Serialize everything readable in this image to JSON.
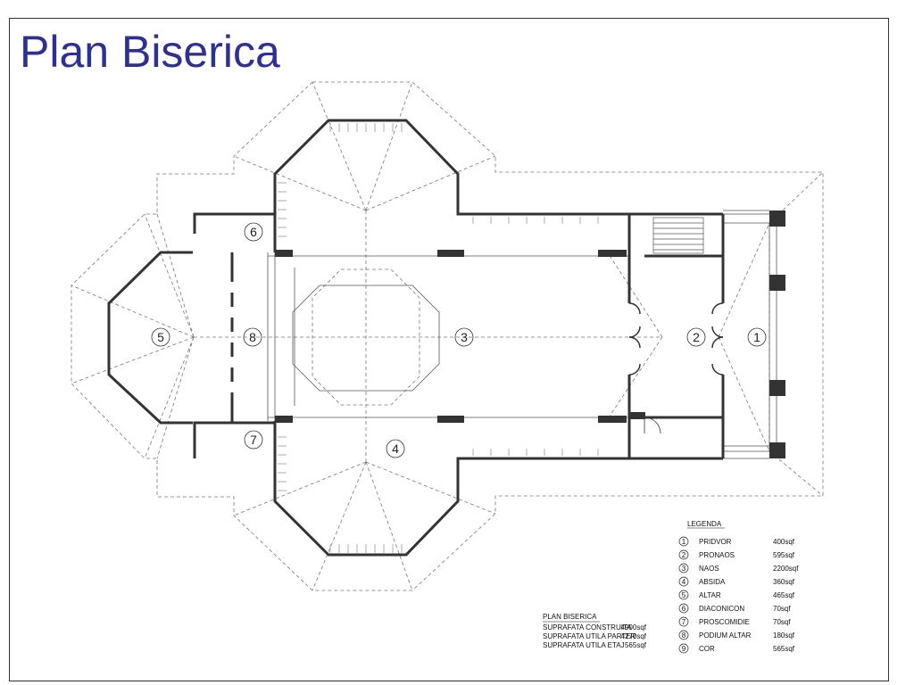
{
  "slide": {
    "title": "Plan Biserica"
  },
  "plan": {
    "room_markers": [
      "1",
      "2",
      "3",
      "4",
      "5",
      "6",
      "7",
      "8"
    ],
    "title_block": {
      "title": "PLAN BISERICA",
      "rows": [
        {
          "label": "SUPRAFATA CONSTRUITA",
          "value": "4900sqf"
        },
        {
          "label": "SUPRAFATA UTILA PARTER",
          "value": "4270sqf"
        },
        {
          "label": "SUPRAFATA UTILA ETAJ",
          "value": "565sqf"
        }
      ]
    },
    "legend": {
      "title": "LEGENDA",
      "items": [
        {
          "num": "1",
          "name": "PRIDVOR",
          "area": "400sqf"
        },
        {
          "num": "2",
          "name": "PRONAOS",
          "area": "595sqf"
        },
        {
          "num": "3",
          "name": "NAOS",
          "area": "2200sqf"
        },
        {
          "num": "4",
          "name": "ABSIDA",
          "area": "360sqf"
        },
        {
          "num": "5",
          "name": "ALTAR",
          "area": "465sqf"
        },
        {
          "num": "6",
          "name": "DIACONICON",
          "area": "70sqf"
        },
        {
          "num": "7",
          "name": "PROSCOMIDIE",
          "area": "70sqf"
        },
        {
          "num": "8",
          "name": "PODIUM ALTAR",
          "area": "180sqf"
        },
        {
          "num": "9",
          "name": "COR",
          "area": "565sqf"
        }
      ]
    }
  }
}
